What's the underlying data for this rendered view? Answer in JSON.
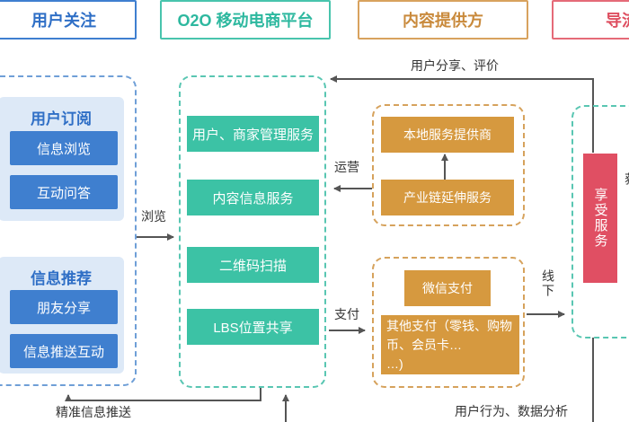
{
  "headers": {
    "user_focus": "用户关注",
    "o2o_platform": "O2O 移动电商平台",
    "content_provider": "内容提供方",
    "guide": "导流"
  },
  "user_side": {
    "subscribe": {
      "title": "用户订阅",
      "items": [
        "信息浏览",
        "互动问答"
      ]
    },
    "recommend": {
      "title": "信息推荐",
      "items": [
        "朋友分享",
        "信息推送互动"
      ]
    }
  },
  "platform": {
    "services": [
      "用户、商家管理服务",
      "内容信息服务",
      "二维码扫描",
      "LBS位置共享"
    ]
  },
  "provider": {
    "local": "本地服务提供商",
    "chain": "产业链延伸服务"
  },
  "payment": {
    "wechat": "微信支付",
    "other": "其他支付（零钱、购物币、会员卡…\n…)"
  },
  "enjoy_service": "享受服务",
  "right_cut_text": "获",
  "arrows": {
    "share_review": "用户分享、评价",
    "browse": "浏览",
    "operate": "运营",
    "pay": "支付",
    "offline": "线下",
    "precise_push": "精准信息推送",
    "behavior_analysis": "用户行为、数据分析"
  }
}
